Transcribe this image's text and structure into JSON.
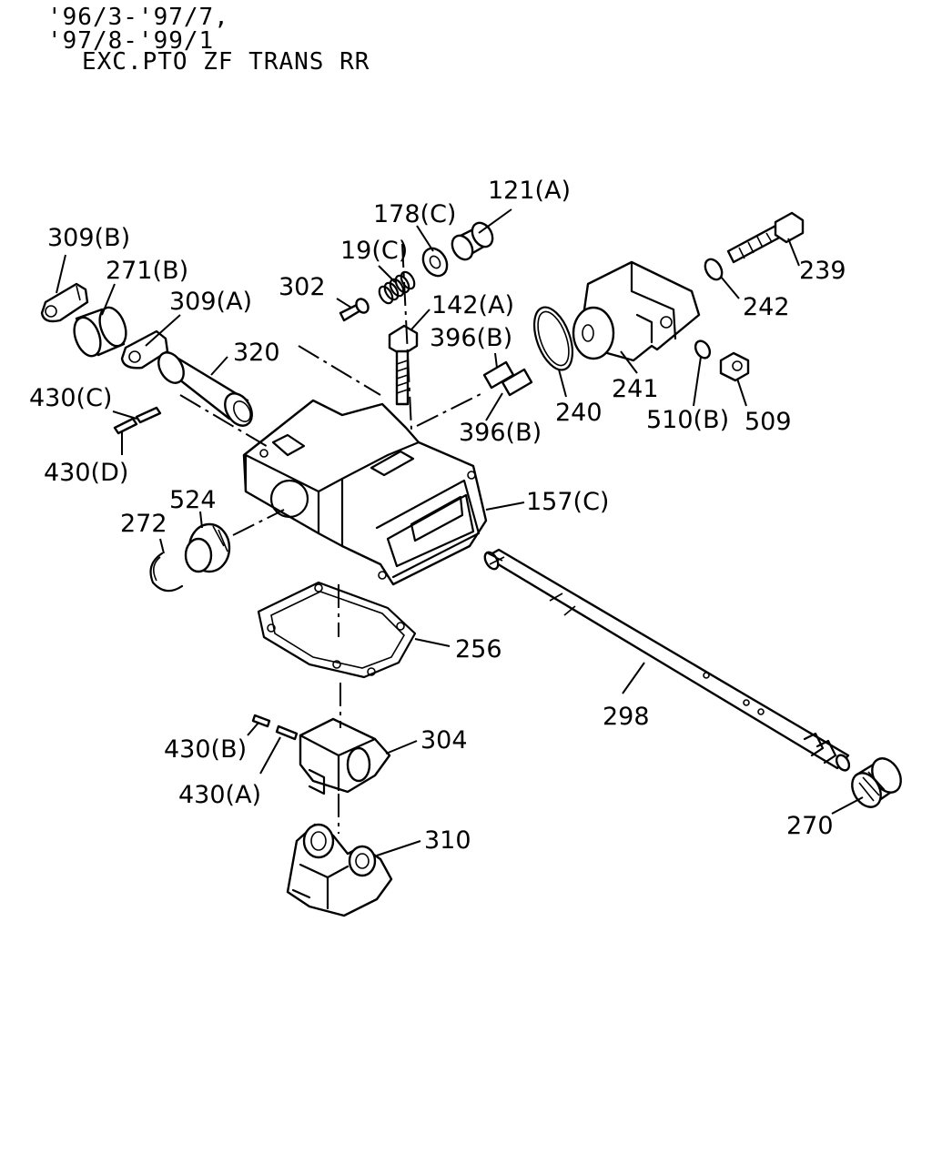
{
  "header": {
    "line1": "'96/3-'97/7,",
    "line2": "'97/8-'99/1",
    "line3": "EXC.PTO ZF TRANS RR"
  },
  "labels": {
    "l309b": "309(B)",
    "l271b": "271(B)",
    "l309a": "309(A)",
    "l320": "320",
    "l430c": "430(C)",
    "l430d": "430(D)",
    "l302": "302",
    "l19c": "19(C)",
    "l178c": "178(C)",
    "l121a": "121(A)",
    "l142a": "142(A)",
    "l396b1": "396(B)",
    "l396b2": "396(B)",
    "l240": "240",
    "l241": "241",
    "l239": "239",
    "l242": "242",
    "l510b": "510(B)",
    "l509": "509",
    "l157c": "157(C)",
    "l524": "524",
    "l272": "272",
    "l256": "256",
    "l298": "298",
    "l270": "270",
    "l304": "304",
    "l430b": "430(B)",
    "l430a": "430(A)",
    "l310": "310"
  }
}
